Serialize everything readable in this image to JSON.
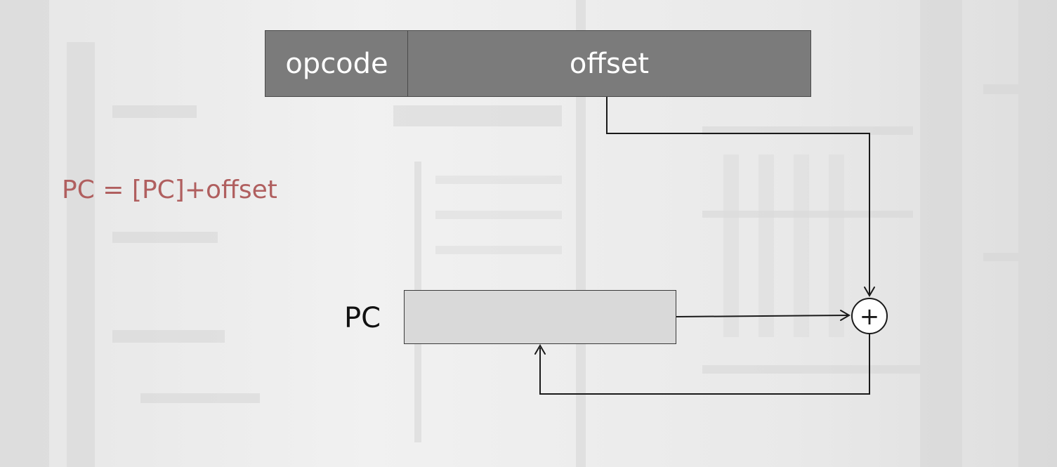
{
  "instruction_format": {
    "opcode_label": "opcode",
    "offset_label": "offset"
  },
  "formula": "PC = [PC]+offset",
  "pc_register": {
    "label": "PC"
  },
  "adder": {
    "symbol": "+"
  },
  "colors": {
    "field_fill": "#7b7b7b",
    "register_fill": "#d9d9d9",
    "formula_text": "#b05f5f",
    "wire": "#1a1a1a"
  }
}
